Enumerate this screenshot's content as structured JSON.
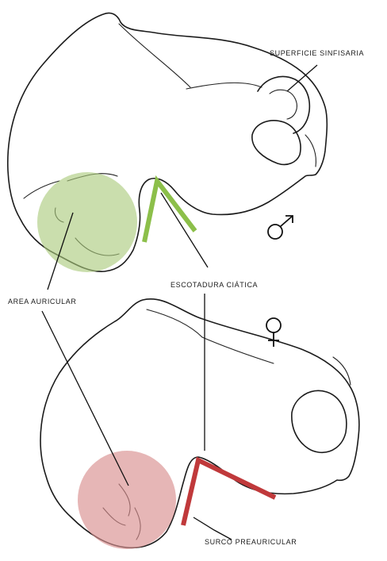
{
  "labels": {
    "superficie_sinfisaria": "SUPERFICIE SINFISARIA",
    "escotadura_ciatica": "ESCOTADURA CIÁTICA",
    "area_auricular": "AREA AURICULAR",
    "surco_preauricular": "SURCO PREAURICULAR"
  },
  "symbols": {
    "male": "♂",
    "female": "♀"
  },
  "colors": {
    "male_highlight": "#a9c97a",
    "male_notch_line": "#8cbf4a",
    "female_highlight": "#d98f8f",
    "female_notch_line": "#c0393b",
    "line_art": "#1b1b1b"
  }
}
